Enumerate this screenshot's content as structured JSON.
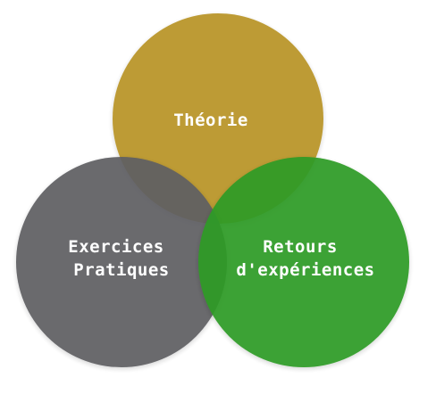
{
  "diagram": {
    "type": "venn",
    "sets": [
      {
        "id": "theorie",
        "label_lines": [
          "Théorie"
        ],
        "color": "#b99427"
      },
      {
        "id": "exercices",
        "label_lines": [
          "Exercices",
          "Pratiques"
        ],
        "color": "#5e5f63"
      },
      {
        "id": "retours",
        "label_lines": [
          "Retours",
          "d'expériences"
        ],
        "color": "#2f9b25"
      }
    ]
  }
}
